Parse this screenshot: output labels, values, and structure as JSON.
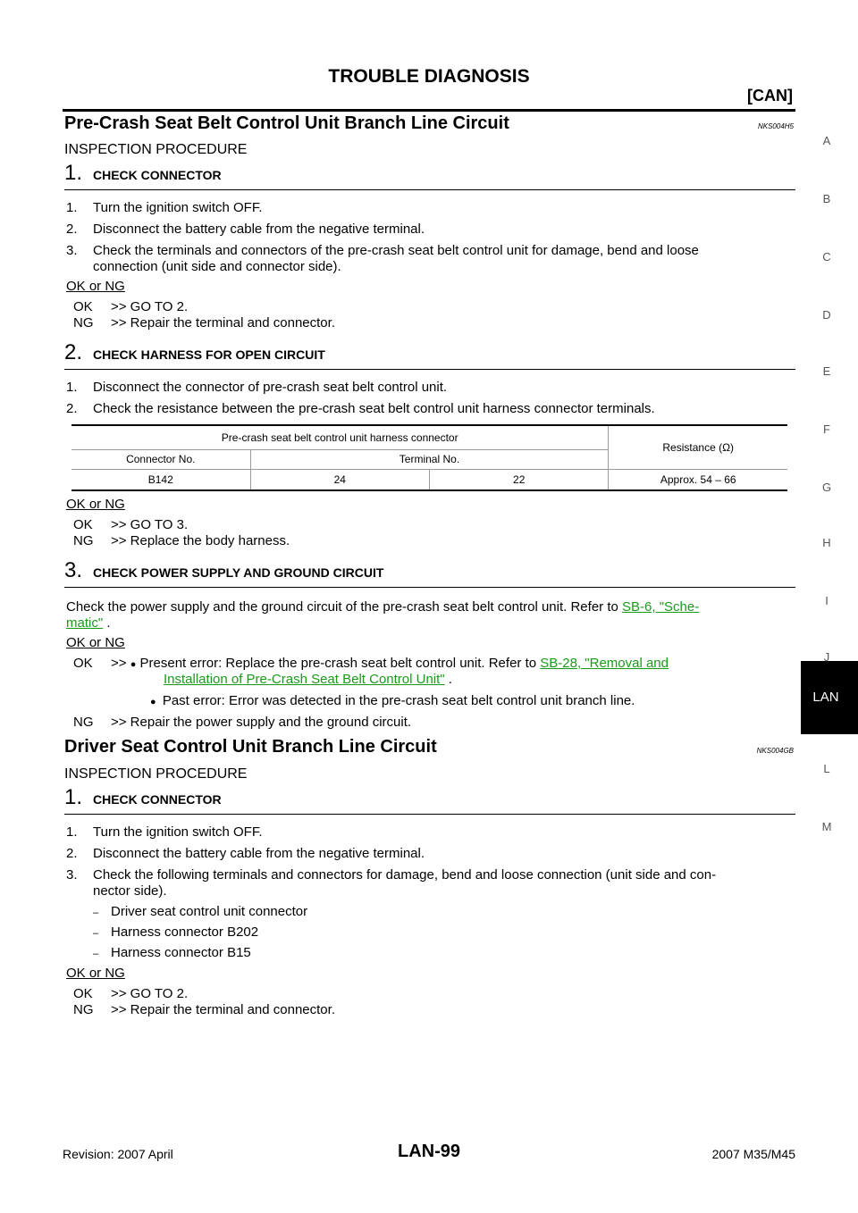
{
  "header": {
    "title": "TROUBLE DIAGNOSIS",
    "subtitle": "[CAN]"
  },
  "section1": {
    "title": "Pre-Crash Seat Belt Control Unit Branch Line Circuit",
    "code": "NKS004H5",
    "procedure": "INSPECTION PROCEDURE",
    "step1": {
      "num": "1.",
      "title": "CHECK CONNECTOR",
      "items": [
        "1.",
        "Turn the ignition switch OFF.",
        "2.",
        "Disconnect the battery cable from the negative terminal.",
        "3.",
        "Check the terminals and connectors of the pre-crash seat belt control unit for damage, bend and loose",
        "connection (unit side and connector side)."
      ],
      "okng": "OK or NG",
      "ok_key": "OK",
      "ok_text": ">> GO TO 2.",
      "ng_key": "NG",
      "ng_text": ">> Repair the terminal and connector."
    },
    "step2": {
      "num": "2.",
      "title": "CHECK HARNESS FOR OPEN CIRCUIT",
      "item1_n": "1.",
      "item1": "Disconnect the connector of pre-crash seat belt control unit.",
      "item2_n": "2.",
      "item2": "Check the resistance between the pre-crash seat belt control unit harness connector terminals.",
      "table": {
        "h_group": "Pre-crash seat belt control unit harness connector",
        "h_resistance": "Resistance (Ω)",
        "h_connector": "Connector No.",
        "h_terminal": "Terminal No.",
        "row": [
          "B142",
          "24",
          "22",
          "Approx. 54 – 66"
        ]
      },
      "okng": "OK or NG",
      "ok_key": "OK",
      "ok_text": ">> GO TO 3.",
      "ng_key": "NG",
      "ng_text": ">> Replace the body harness."
    },
    "step3": {
      "num": "3.",
      "title": "CHECK POWER SUPPLY AND GROUND CIRCUIT",
      "text": "Check the power supply and the ground circuit of the pre-crash seat belt control unit. Refer to",
      "link1a": "SB-6, \"Sche-",
      "link1b": "matic\"",
      "after": " .",
      "okng": "OK or NG",
      "ok_key": "OK",
      "ok_arrow": ">>",
      "bullet1": "Present error: Replace the pre-crash seat belt control unit. Refer to",
      "link2a": "SB-28, \"Removal and",
      "link2b": "Installation of Pre-Crash Seat Belt Control Unit\"",
      "after2": " .",
      "bullet2": "Past error: Error was detected in the pre-crash seat belt control unit branch line.",
      "ng_key": "NG",
      "ng_text": ">> Repair the power supply and the ground circuit."
    }
  },
  "section2": {
    "title": "Driver Seat Control Unit Branch Line Circuit",
    "code": "NKS004GB",
    "procedure": "INSPECTION PROCEDURE",
    "step1": {
      "num": "1.",
      "title": "CHECK CONNECTOR",
      "i1n": "1.",
      "i1": "Turn the ignition switch OFF.",
      "i2n": "2.",
      "i2": "Disconnect the battery cable from the negative terminal.",
      "i3n": "3.",
      "i3": "Check the following terminals and connectors for damage, bend and loose connection (unit side and con-",
      "i3b": "nector side).",
      "d1": "Driver seat control unit connector",
      "d2": "Harness connector B202",
      "d3": "Harness connector B15",
      "dash": "–",
      "okng": "OK or NG",
      "ok_key": "OK",
      "ok_text": ">> GO TO 2.",
      "ng_key": "NG",
      "ng_text": ">> Repair the terminal and connector."
    }
  },
  "side_index": [
    "A",
    "B",
    "C",
    "D",
    "E",
    "F",
    "G",
    "H",
    "I",
    "J",
    "LAN",
    "L",
    "M"
  ],
  "footer": {
    "revision": "Revision: 2007 April",
    "page": "LAN-99",
    "model": "2007 M35/M45"
  }
}
